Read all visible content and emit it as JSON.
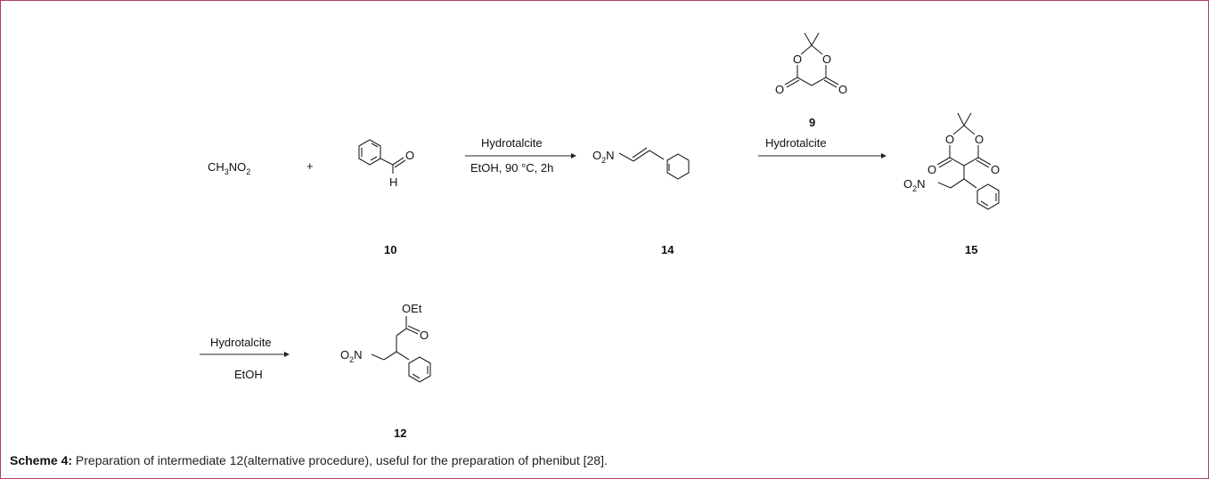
{
  "reactants": {
    "nitromethane": {
      "ch": "CH",
      "n1": "3",
      "no": "NO",
      "n2": "2"
    },
    "plus": "+",
    "aldehyde_O": "O",
    "aldehyde_H": "H"
  },
  "steps": {
    "step1_top": "Hydrotalcite",
    "step1_bottom": "EtOH, 90 °C, 2h",
    "step2_top": "Hydrotalcite",
    "step3_top": "Hydrotalcite",
    "step3_bottom": "EtOH"
  },
  "atoms": {
    "O": "O",
    "O2N_o": "O",
    "O2N_2": "2",
    "O2N_n": "N",
    "OEt": "OEt"
  },
  "compounds": {
    "c10": "10",
    "c14": "14",
    "c9": "9",
    "c15": "15",
    "c12": "12"
  },
  "caption": {
    "label": "Scheme 4:",
    "text": " Preparation of intermediate 12(alternative procedure), useful for the preparation of phenibut [28]."
  }
}
